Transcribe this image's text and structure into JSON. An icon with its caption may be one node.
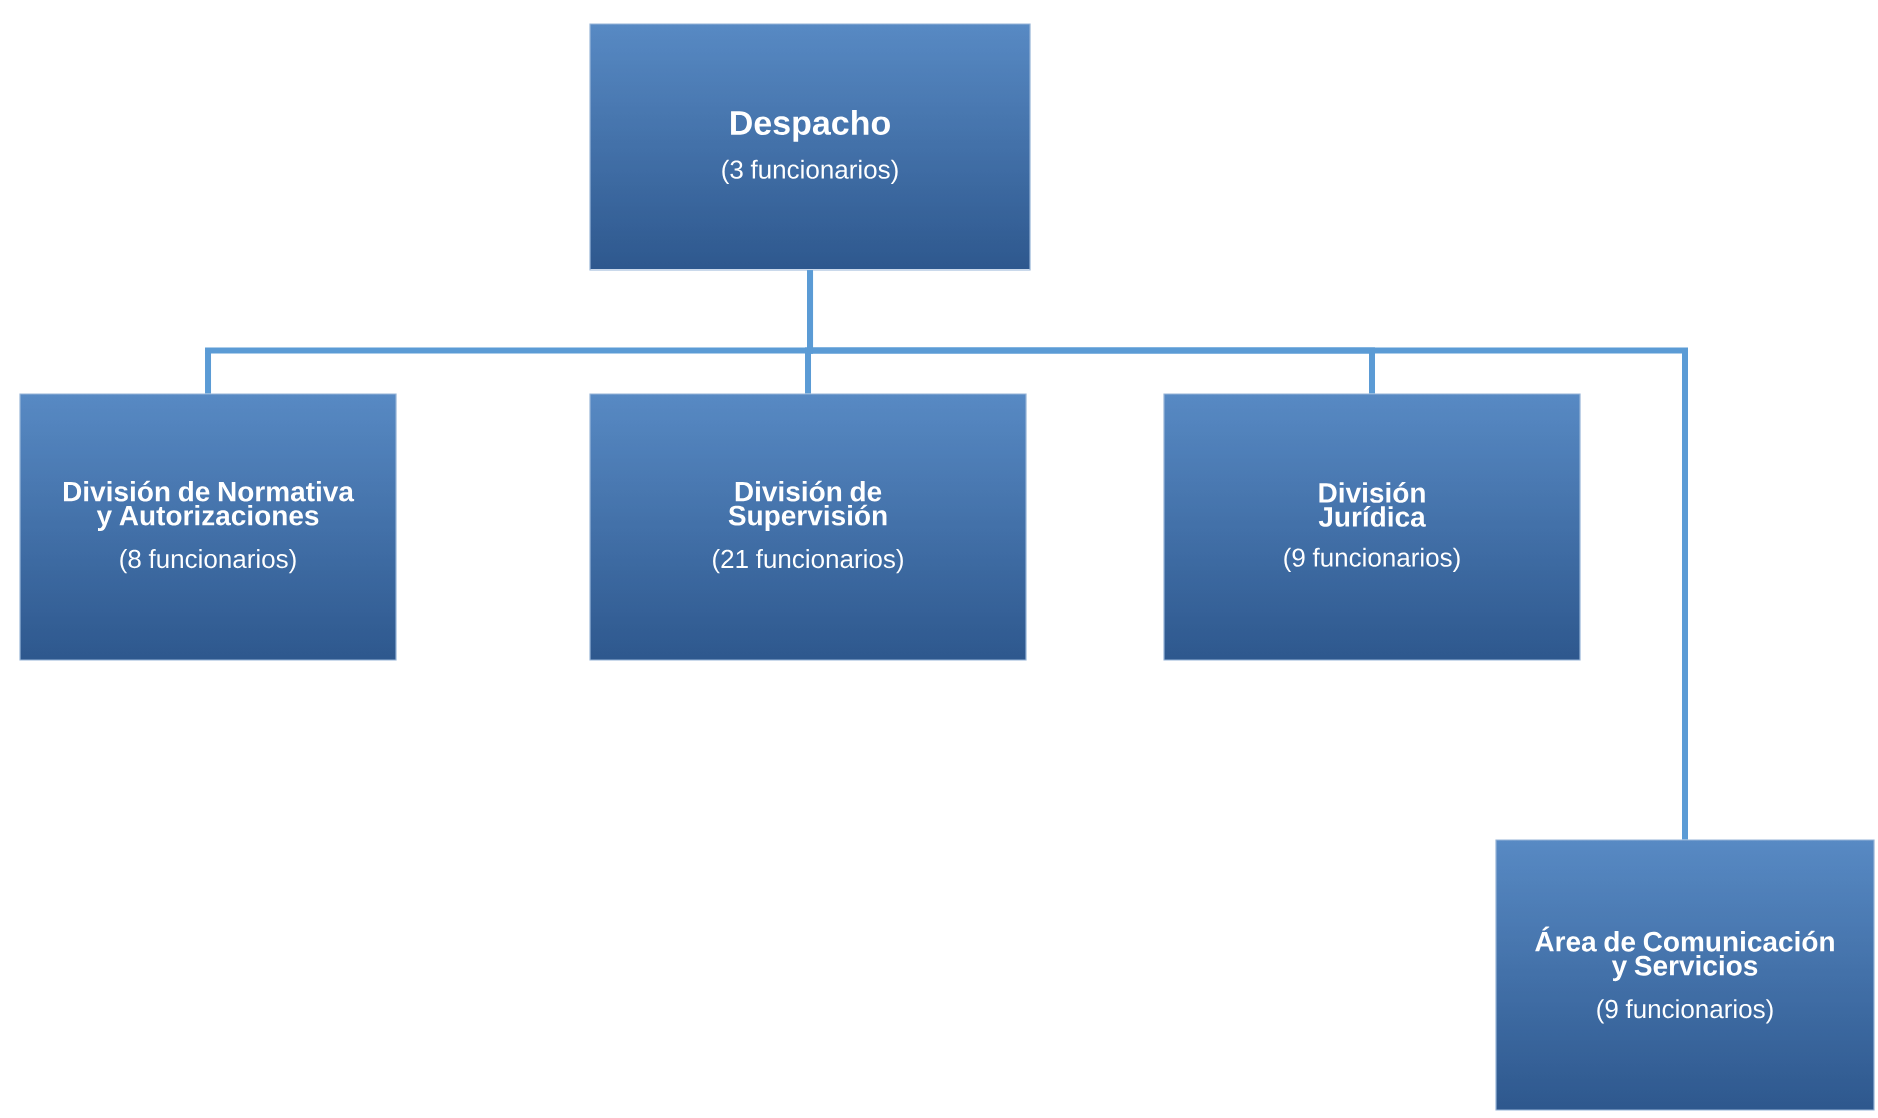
{
  "diagram": {
    "nodes": [
      {
        "text": [
          "Despacho",
          "(3 funcionarios)"
        ]
      },
      {
        "text": [
          "División de Normativa y Autorizaciones",
          "(8 funcionarios)"
        ]
      },
      {
        "text": [
          "División de Supervisión",
          "(21 funcionarios)"
        ]
      },
      {
        "text": [
          "División Jurídica",
          "(9 funcionarios)"
        ]
      },
      {
        "text": [
          "Área de Comunicación y Servicios",
          "(9 funcionarios)"
        ]
      }
    ],
    "edges": [
      {
        "from": 0,
        "to": 1,
        "arrow": "none"
      },
      {
        "from": 0,
        "to": 2,
        "arrow": "none"
      },
      {
        "from": 0,
        "to": 3,
        "arrow": "none"
      },
      {
        "from": 0,
        "to": 4,
        "arrow": "none"
      }
    ]
  }
}
